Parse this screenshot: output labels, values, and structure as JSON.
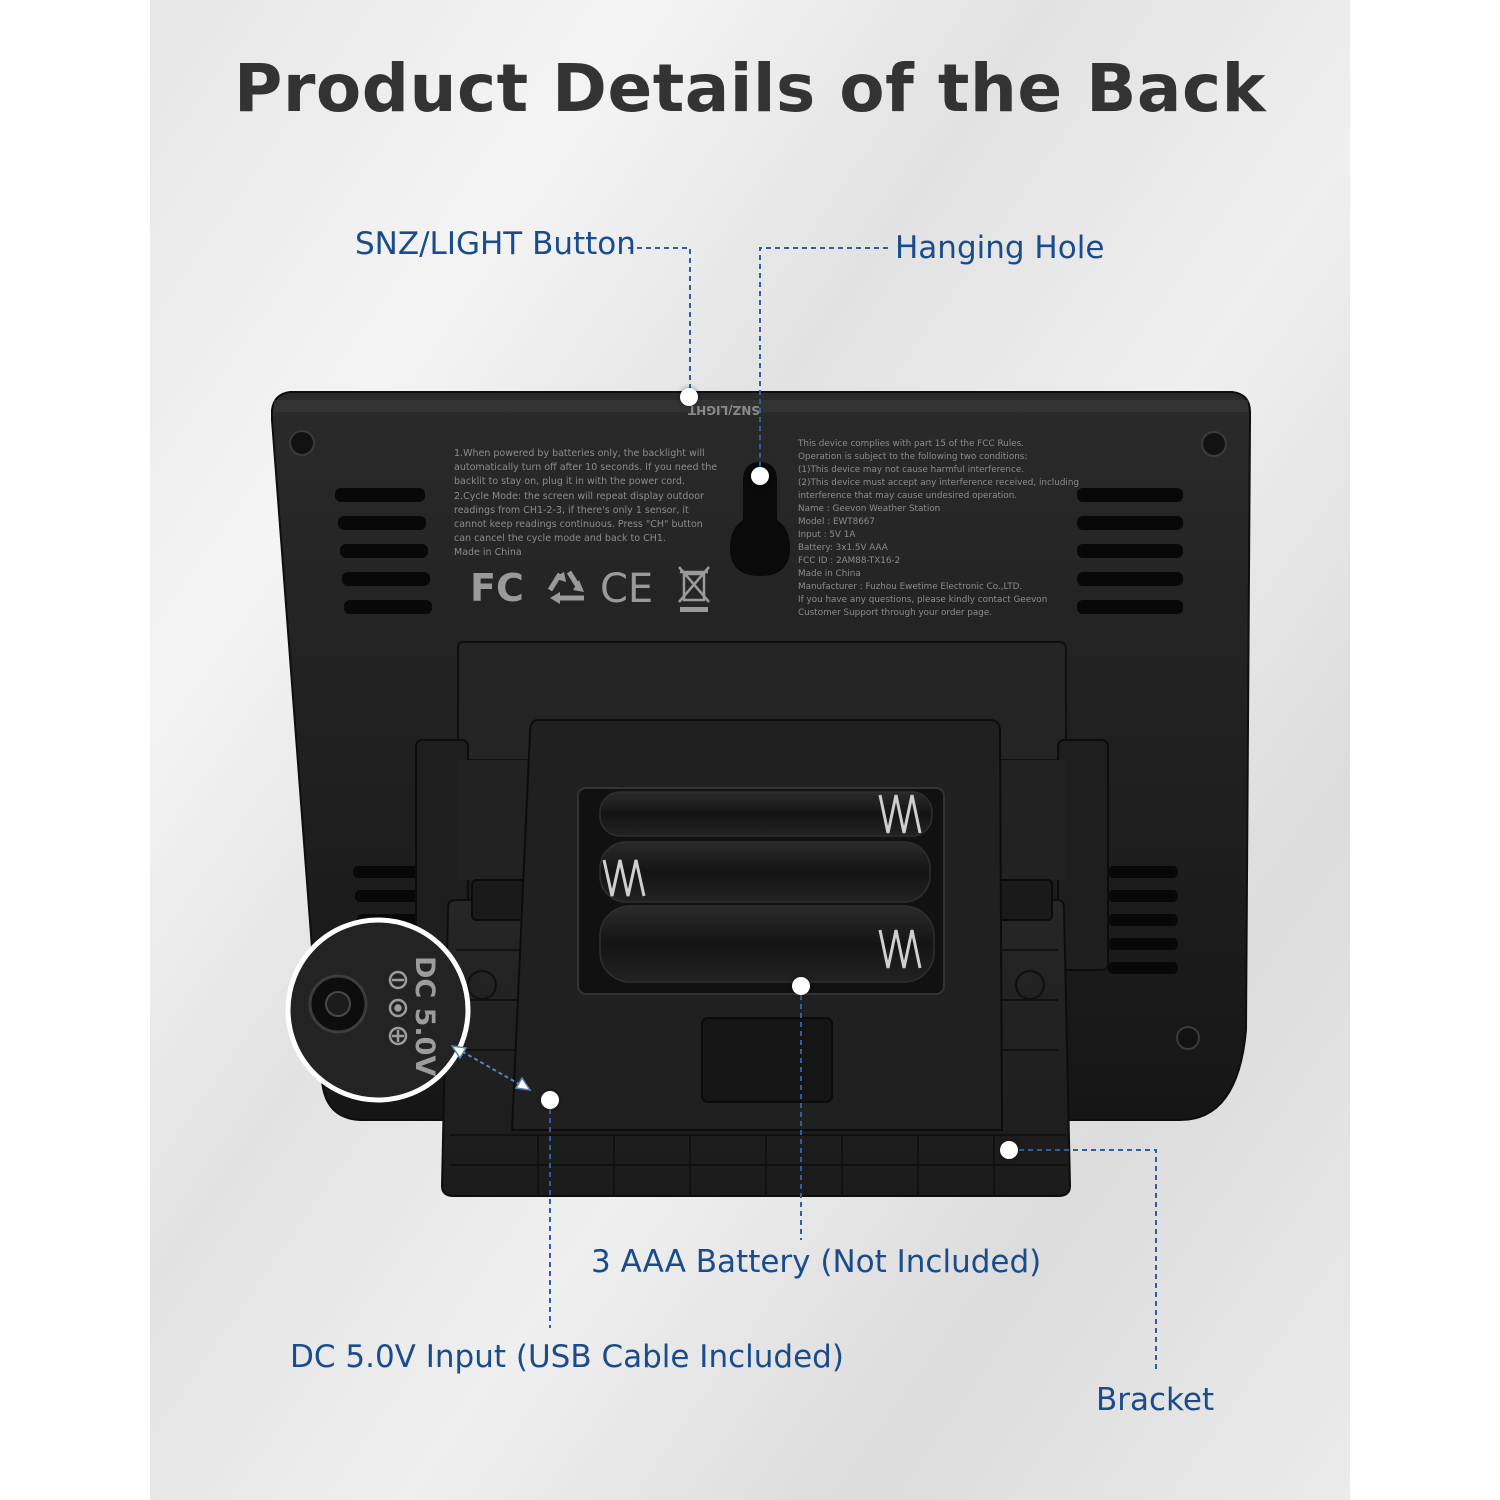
{
  "title": "Product Details of the Back",
  "callouts": {
    "snz_light": "SNZ/LIGHT Button",
    "hanging_hole": "Hanging Hole",
    "battery": "3 AAA Battery (Not Included)",
    "dc_input": "DC 5.0V Input (USB Cable Included)",
    "bracket": "Bracket"
  },
  "device": {
    "top_button_label": "SNZ/LIGHT",
    "dc_jack_label": "DC 5.0V",
    "left_notes": [
      "1.When powered by batteries only, the backlight will",
      "automatically turn off after 10 seconds. If you need the",
      "backlit to stay on, plug it in with the power cord.",
      "2.Cycle Mode: the screen will repeat display outdoor",
      "readings from CH1-2-3, if there's only 1 sensor, it",
      "cannot keep readings continuous. Press \"CH\" button",
      "can cancel the cycle mode and back to CH1.",
      "Made in China"
    ],
    "right_notes": [
      "This device complies with part 15 of the FCC Rules.",
      "Operation is subject to the following two conditions:",
      "(1)This device may not cause harmful interference.",
      "(2)This device must accept any interference received, including",
      "interference that may cause undesired operation.",
      "Name :  Geevon Weather Station",
      "Model :  EWT8667",
      "Input :  5V 1A",
      "Battery: 3x1.5V AAA",
      "FCC ID :  2AM88-TX16-2",
      "Made in China",
      "Manufacturer : Fuzhou Ewetime Electronic Co.,LTD.",
      "If you have any questions, please kindly contact Geevon",
      "Customer Support through your order page."
    ],
    "cert_fc": "FC",
    "cert_ce": "CE",
    "recycle_icon": "recycle-icon",
    "weee_icon": "weee-bin-icon"
  },
  "colors": {
    "callout_text": "#1a4c8c",
    "title_text": "#333333",
    "device_body": "#1f1f1f"
  }
}
